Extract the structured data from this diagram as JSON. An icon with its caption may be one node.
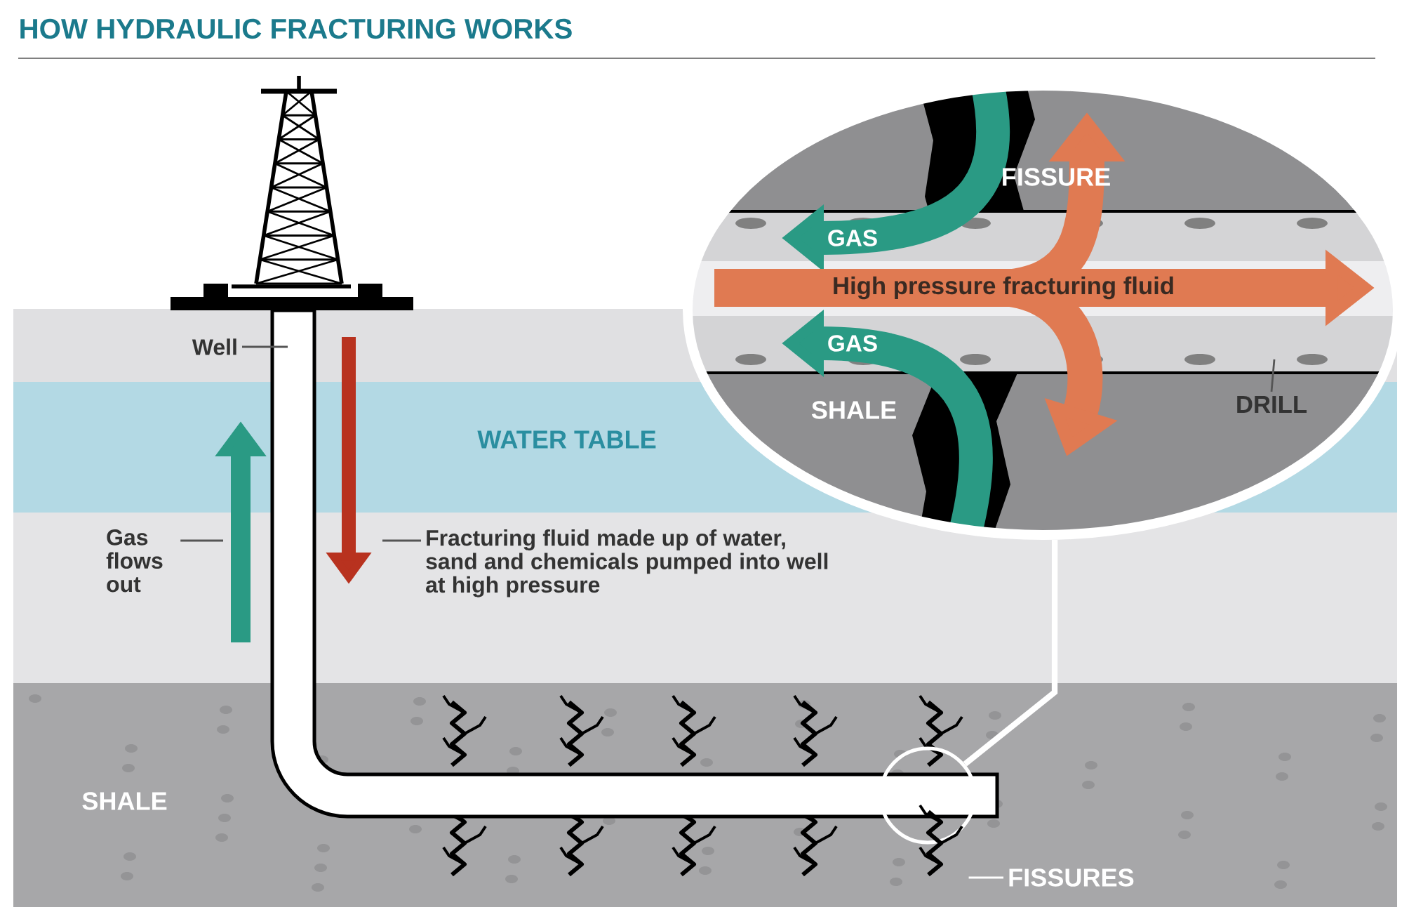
{
  "diagram": {
    "title": "HOW HYDRAULIC FRACTURING WORKS",
    "nodes": [
      {
        "text": [
          "Well"
        ]
      },
      {
        "text": [
          "Gas flows out"
        ]
      },
      {
        "text": [
          "Fracturing fluid made up of water, sand and chemicals pumped into well at high pressure"
        ]
      },
      {
        "text": [
          "FISSURES"
        ]
      },
      {
        "text": [],
        "shape": "circle"
      },
      {
        "text": [],
        "shape": "circle"
      },
      {
        "text": [
          "DRILL"
        ],
        "in": 5
      },
      {
        "text": [],
        "shape": "picture"
      }
    ],
    "edges": [
      {
        "from": 0,
        "to": null,
        "arrow": "none"
      },
      {
        "from": 1,
        "to": null,
        "arrow": "none"
      },
      {
        "from": 2,
        "to": null,
        "arrow": "none"
      },
      {
        "from": 4,
        "to": 5,
        "arrow": "none",
        "style": "thick",
        "color": "#ffffff"
      },
      {
        "from": 3,
        "to": 7,
        "arrow": "none",
        "color": "#ffffff"
      },
      {
        "from": 6,
        "to": null,
        "arrow": "none"
      }
    ],
    "labels": [
      "FISSURE",
      "GAS",
      "High pressure fracturing fluid",
      "GAS",
      "SHALE",
      "WATER TABLE",
      "SHALE"
    ]
  }
}
